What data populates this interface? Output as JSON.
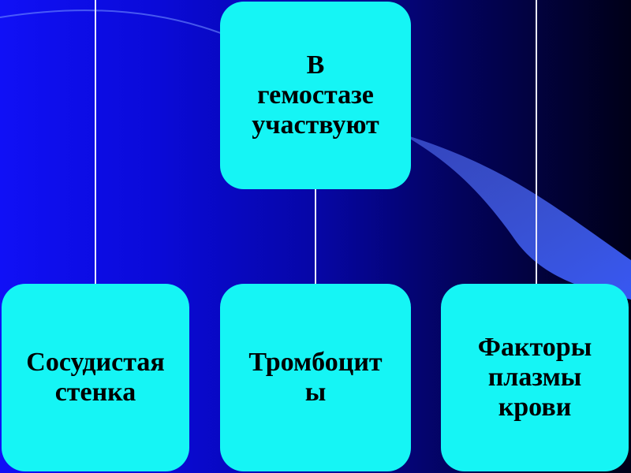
{
  "diagram": {
    "root": {
      "label": "В\nгемостазе\nучаствуют"
    },
    "children": [
      {
        "id": "wall",
        "label": "Сосудистая\nстенка"
      },
      {
        "id": "platelets",
        "label": "Тромбоцит\nы"
      },
      {
        "id": "factors",
        "label": "Факторы\nплазмы\nкрови"
      }
    ]
  },
  "colors": {
    "box_fill": "#15f5f5",
    "text": "#000000",
    "connector": "#e8e8ff"
  }
}
